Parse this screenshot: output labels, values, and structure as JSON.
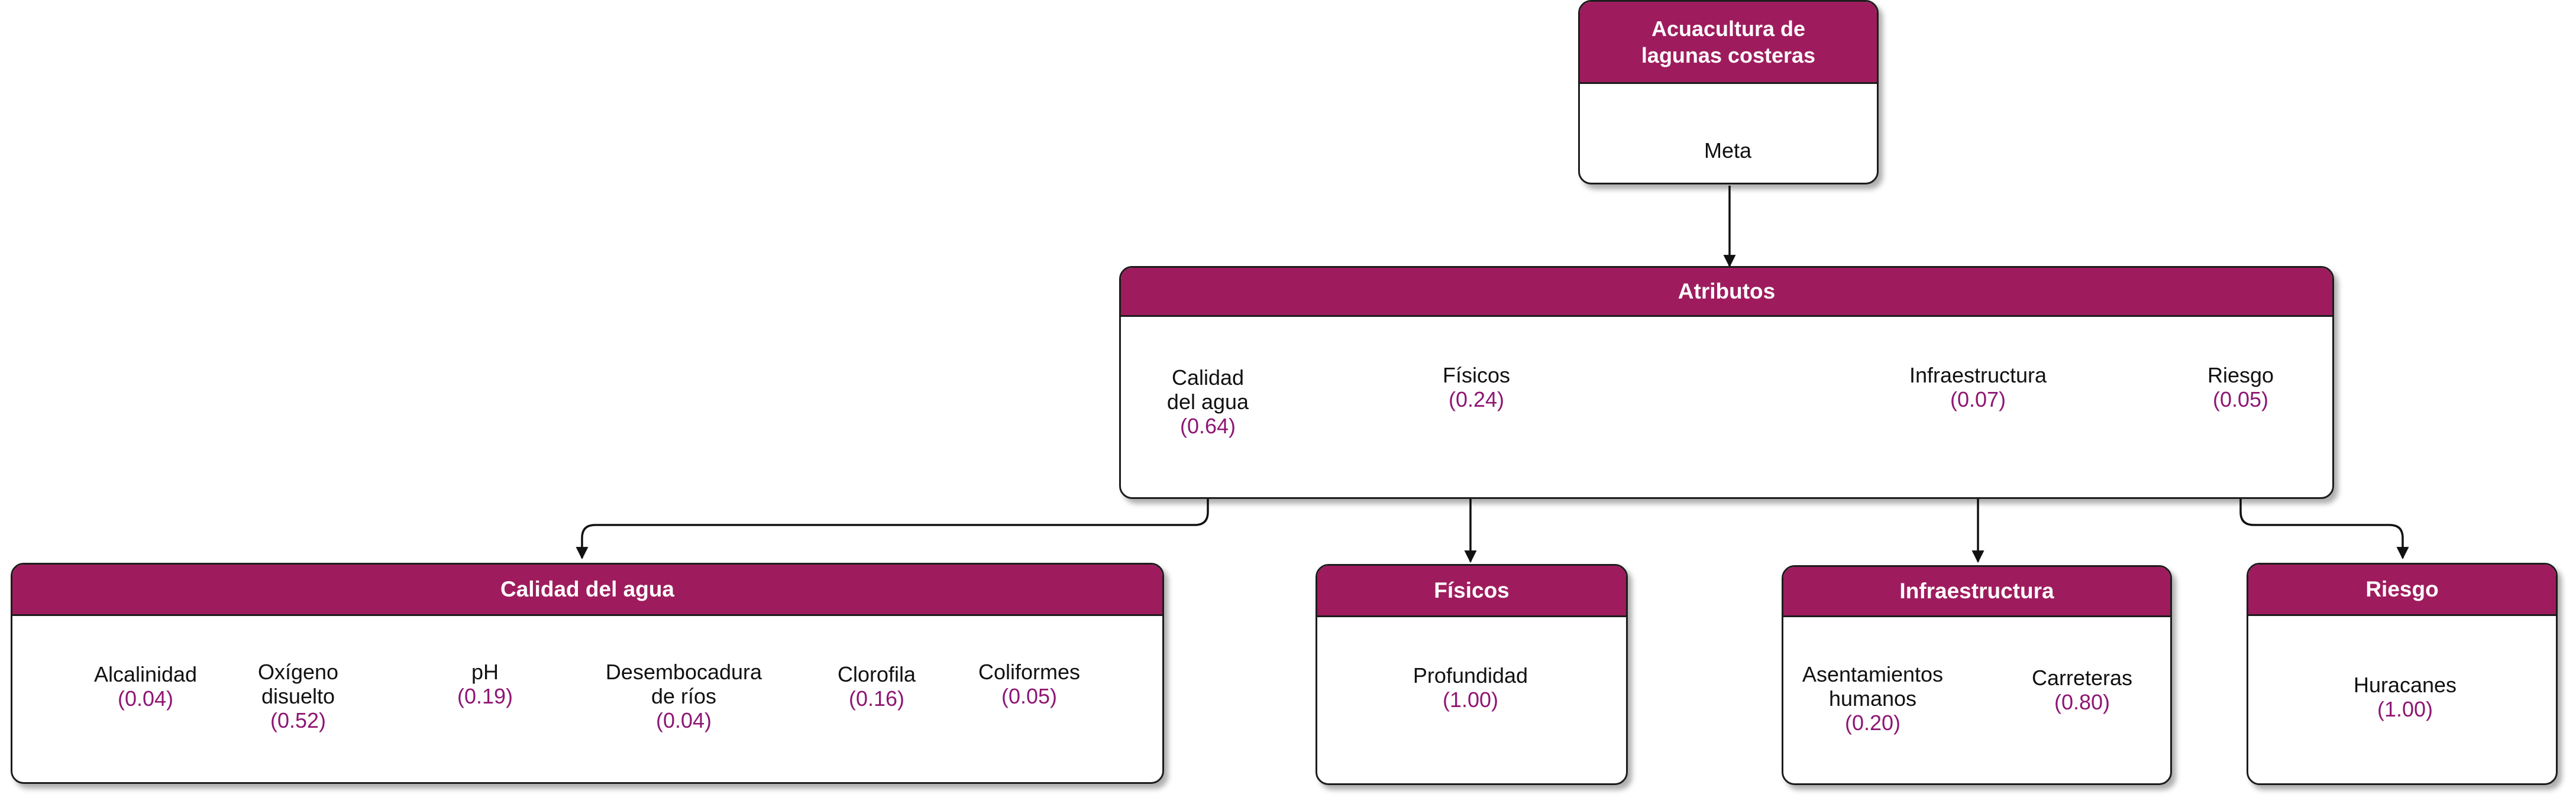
{
  "goal": {
    "title_line1": "Acuacultura de",
    "title_line2": "lagunas costeras",
    "label": "Meta"
  },
  "attributes": {
    "title": "Atributos",
    "items": [
      {
        "line1": "Calidad",
        "line2": "del agua",
        "weight": "(0.64)"
      },
      {
        "line1": "Físicos",
        "weight": "(0.24)"
      },
      {
        "line1": "Infraestructura",
        "weight": "(0.07)"
      },
      {
        "line1": "Riesgo",
        "weight": "(0.05)"
      }
    ]
  },
  "subgroups": [
    {
      "title": "Calidad del agua",
      "items": [
        {
          "line1": "Alcalinidad",
          "weight": "(0.04)"
        },
        {
          "line1": "Oxígeno",
          "line2": "disuelto",
          "weight": "(0.52)"
        },
        {
          "line1": "pH",
          "weight": "(0.19)"
        },
        {
          "line1": "Desembocadura",
          "line2": "de ríos",
          "weight": "(0.04)"
        },
        {
          "line1": "Clorofila",
          "weight": "(0.16)"
        },
        {
          "line1": "Coliformes",
          "weight": "(0.05)"
        }
      ]
    },
    {
      "title": "Físicos",
      "items": [
        {
          "line1": "Profundidad",
          "weight": "(1.00)"
        }
      ]
    },
    {
      "title": "Infraestructura",
      "items": [
        {
          "line1": "Asentamientos",
          "line2": "humanos",
          "weight": "(0.20)"
        },
        {
          "line1": "Carreteras",
          "weight": "(0.80)"
        }
      ]
    },
    {
      "title": "Riesgo",
      "items": [
        {
          "line1": "Huracanes",
          "weight": "(1.00)"
        }
      ]
    }
  ],
  "colors": {
    "header": "#9e1c5d",
    "weight_text": "#8e1673",
    "border": "#1c1c1c"
  }
}
